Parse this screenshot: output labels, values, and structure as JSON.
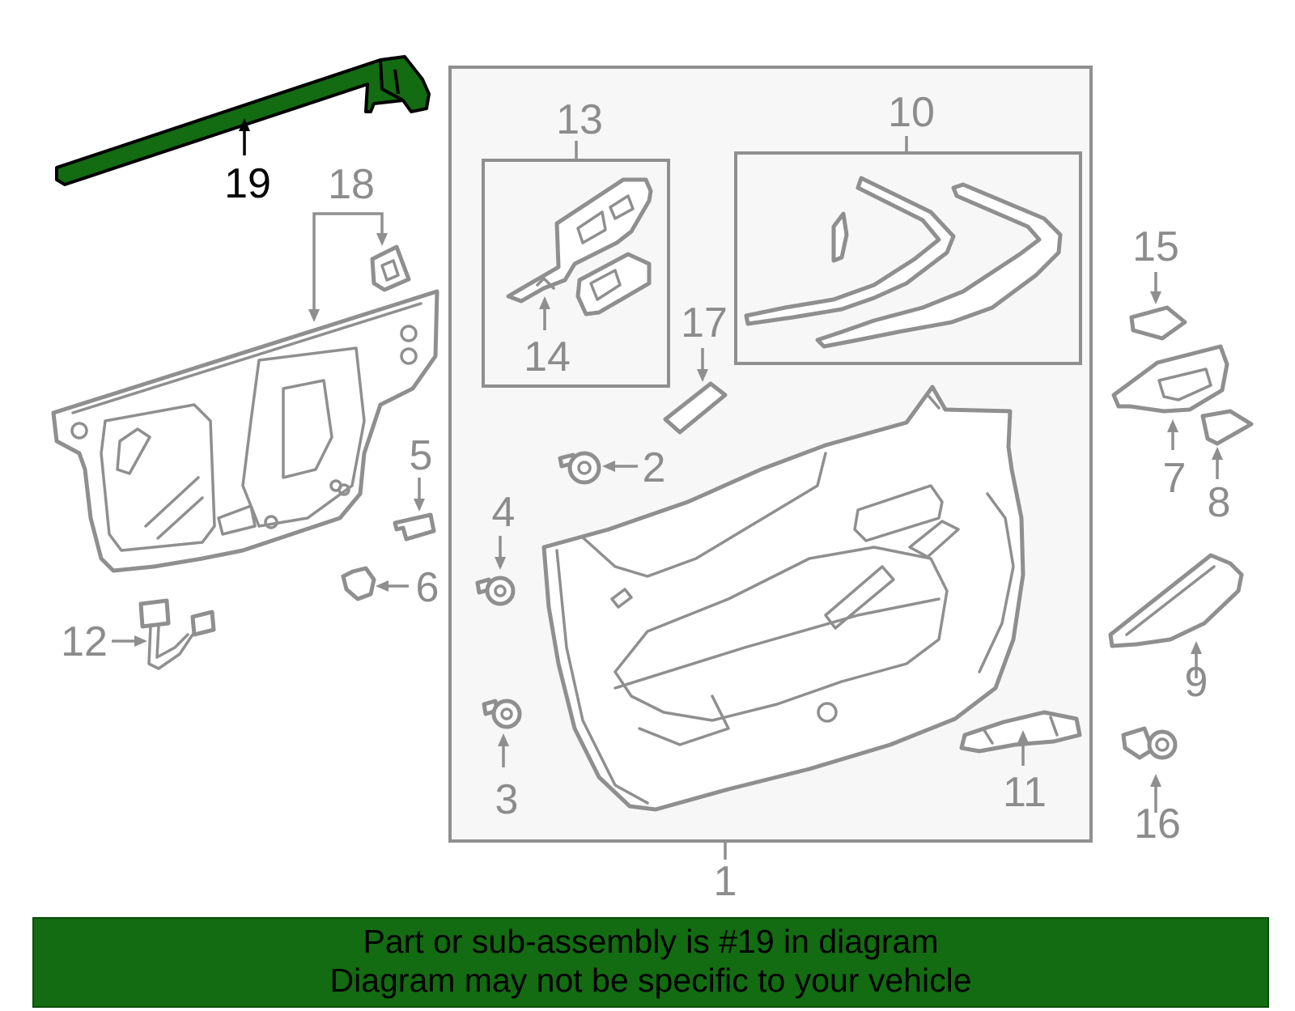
{
  "callouts": [
    {
      "id": "1",
      "label": "1"
    },
    {
      "id": "2",
      "label": "2"
    },
    {
      "id": "3",
      "label": "3"
    },
    {
      "id": "4",
      "label": "4"
    },
    {
      "id": "5",
      "label": "5"
    },
    {
      "id": "6",
      "label": "6"
    },
    {
      "id": "7",
      "label": "7"
    },
    {
      "id": "8",
      "label": "8"
    },
    {
      "id": "9",
      "label": "9"
    },
    {
      "id": "10",
      "label": "10"
    },
    {
      "id": "11",
      "label": "11"
    },
    {
      "id": "12",
      "label": "12"
    },
    {
      "id": "13",
      "label": "13"
    },
    {
      "id": "14",
      "label": "14"
    },
    {
      "id": "15",
      "label": "15"
    },
    {
      "id": "16",
      "label": "16"
    },
    {
      "id": "17",
      "label": "17"
    },
    {
      "id": "18",
      "label": "18"
    },
    {
      "id": "19",
      "label": "19"
    }
  ],
  "highlight": {
    "part": "19",
    "color": "#136b12"
  },
  "colors": {
    "line": "#8f8f8f",
    "label": "#8c8c8c",
    "banner": "#136b12",
    "assembly_fill": "#f7f7f7"
  },
  "banner": {
    "line1": "Part or sub-assembly is #19 in diagram",
    "line2": "Diagram may not be specific to your vehicle"
  }
}
